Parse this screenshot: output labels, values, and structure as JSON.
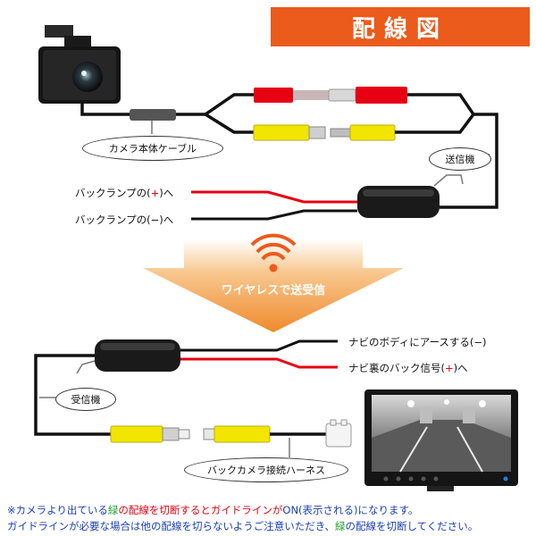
{
  "title": "配線図",
  "labels": {
    "camera_cable": "カメラ本体ケーブル",
    "transmitter": "送信機",
    "back_lamp_plus_pre": "バックランプの(",
    "back_lamp_plus_sign": "+",
    "back_lamp_plus_post": ")へ",
    "back_lamp_minus": "バックランプの(−)へ",
    "wireless": "ワイヤレスで送受信",
    "navi_ground": "ナビのボディにアースする(−)",
    "navi_back_pre": "ナビ裏のバック信号(",
    "navi_back_sign": "+",
    "navi_back_post": ")へ",
    "receiver": "受信機",
    "harness": "バックカメラ接続ハーネス"
  },
  "notes": {
    "line1_a": "※カメラより出ている",
    "line1_green": "緑",
    "line1_b": "の配線を切断するとガイドラインが",
    "line1_c": "ON(表示される)になります。",
    "line2_a": "ガイドラインが必要な場合は他の配線を切らないようご注意いただき、",
    "line2_green": "緑",
    "line2_b": "の配線を切断してください。"
  },
  "colors": {
    "title_bg": "#ea5b1c",
    "wire_red": "#e60012",
    "connector_yellow": "#f2e600",
    "arrow_orange": "#f39a3c",
    "note_blue": "#1a3fb5",
    "note_green": "#1fa02e"
  }
}
